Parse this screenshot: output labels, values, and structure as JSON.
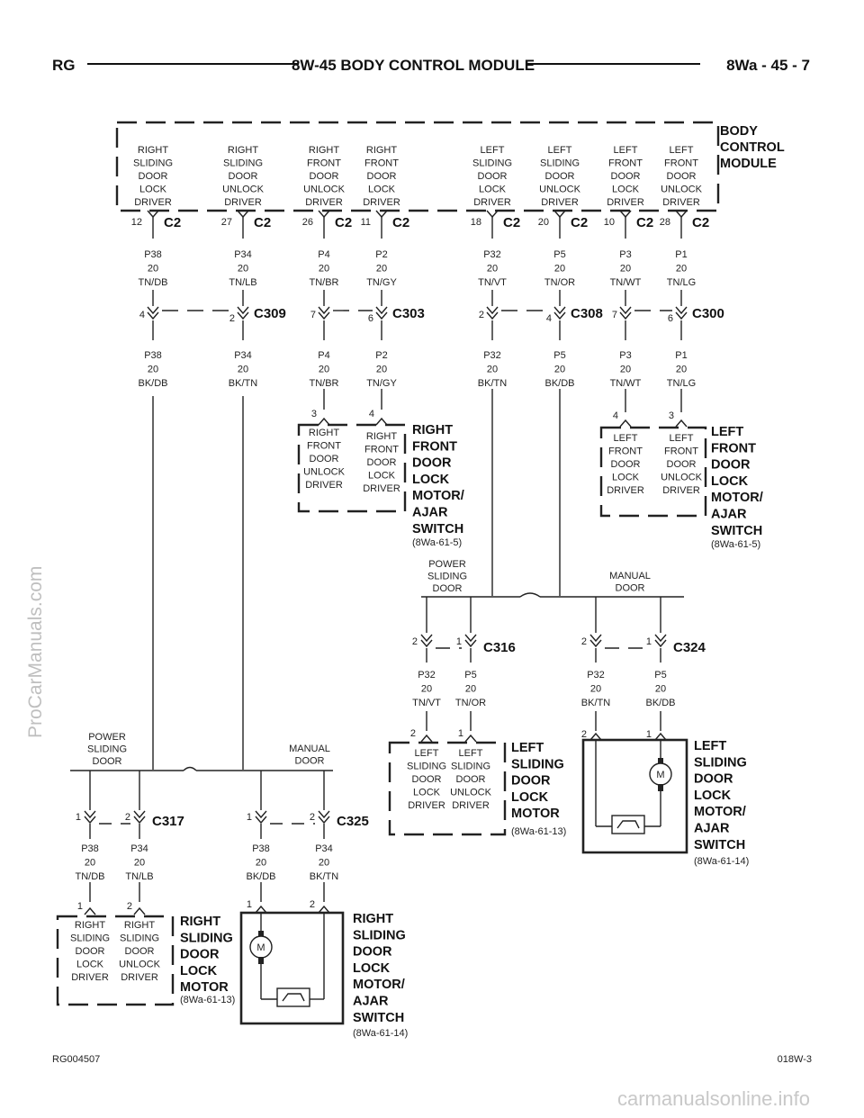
{
  "header": {
    "left": "RG",
    "title": "8W-45 BODY CONTROL MODULE",
    "right": "8Wa - 45 - 7"
  },
  "bcm": {
    "title": [
      "BODY",
      "CONTROL",
      "MODULE"
    ],
    "drivers": [
      {
        "lines": [
          "RIGHT",
          "SLIDING",
          "DOOR",
          "LOCK",
          "DRIVER"
        ],
        "pin": "12",
        "conn": "C2"
      },
      {
        "lines": [
          "RIGHT",
          "SLIDING",
          "DOOR",
          "UNLOCK",
          "DRIVER"
        ],
        "pin": "27",
        "conn": "C2"
      },
      {
        "lines": [
          "RIGHT",
          "FRONT",
          "DOOR",
          "UNLOCK",
          "DRIVER"
        ],
        "pin": "26",
        "conn": "C2"
      },
      {
        "lines": [
          "RIGHT",
          "FRONT",
          "DOOR",
          "LOCK",
          "DRIVER"
        ],
        "pin": "11",
        "conn": "C2"
      },
      {
        "lines": [
          "LEFT",
          "SLIDING",
          "DOOR",
          "LOCK",
          "DRIVER"
        ],
        "pin": "18",
        "conn": "C2"
      },
      {
        "lines": [
          "LEFT",
          "SLIDING",
          "DOOR",
          "UNLOCK",
          "DRIVER"
        ],
        "pin": "20",
        "conn": "C2"
      },
      {
        "lines": [
          "LEFT",
          "FRONT",
          "DOOR",
          "LOCK",
          "DRIVER"
        ],
        "pin": "10",
        "conn": "C2"
      },
      {
        "lines": [
          "LEFT",
          "FRONT",
          "DOOR",
          "UNLOCK",
          "DRIVER"
        ],
        "pin": "28",
        "conn": "C2"
      }
    ]
  },
  "wires_upper": [
    [
      "P38",
      "20",
      "TN/DB"
    ],
    [
      "P34",
      "20",
      "TN/LB"
    ],
    [
      "P4",
      "20",
      "TN/BR"
    ],
    [
      "P2",
      "20",
      "TN/GY"
    ],
    [
      "P32",
      "20",
      "TN/VT"
    ],
    [
      "P5",
      "20",
      "TN/OR"
    ],
    [
      "P3",
      "20",
      "TN/WT"
    ],
    [
      "P1",
      "20",
      "TN/LG"
    ]
  ],
  "mid_connectors": [
    {
      "name": "C309",
      "pins": [
        "4",
        "2"
      ]
    },
    {
      "name": "C303",
      "pins": [
        "7",
        "6"
      ]
    },
    {
      "name": "C308",
      "pins": [
        "2",
        "4"
      ]
    },
    {
      "name": "C300",
      "pins": [
        "7",
        "6"
      ]
    }
  ],
  "wires_lower": [
    [
      "P38",
      "20",
      "BK/DB"
    ],
    [
      "P34",
      "20",
      "BK/TN"
    ],
    [
      "P4",
      "20",
      "TN/BR"
    ],
    [
      "P2",
      "20",
      "TN/GY"
    ],
    [
      "P32",
      "20",
      "BK/TN"
    ],
    [
      "P5",
      "20",
      "BK/DB"
    ],
    [
      "P3",
      "20",
      "TN/WT"
    ],
    [
      "P1",
      "20",
      "TN/LG"
    ]
  ],
  "rf_motor": {
    "pins": [
      "3",
      "4"
    ],
    "drivers": [
      [
        "RIGHT",
        "FRONT",
        "DOOR",
        "UNLOCK",
        "DRIVER"
      ],
      [
        "RIGHT",
        "FRONT",
        "DOOR",
        "LOCK",
        "DRIVER"
      ]
    ],
    "title": [
      "RIGHT",
      "FRONT",
      "DOOR",
      "LOCK",
      "MOTOR/",
      "AJAR",
      "SWITCH"
    ],
    "ref": "(8Wa-61-5)"
  },
  "lf_motor": {
    "pins": [
      "4",
      "3"
    ],
    "drivers": [
      [
        "LEFT",
        "FRONT",
        "DOOR",
        "LOCK",
        "DRIVER"
      ],
      [
        "LEFT",
        "FRONT",
        "DOOR",
        "UNLOCK",
        "DRIVER"
      ]
    ],
    "title": [
      "LEFT",
      "FRONT",
      "DOOR",
      "LOCK",
      "MOTOR/",
      "AJAR",
      "SWITCH"
    ],
    "ref": "(8Wa-61-5)"
  },
  "left_branch": {
    "power_label": [
      "POWER",
      "SLIDING",
      "DOOR"
    ],
    "manual_label": [
      "MANUAL",
      "DOOR"
    ],
    "c316": {
      "name": "C316",
      "pins": [
        "2",
        "1"
      ],
      "wires": [
        [
          "P32",
          "20",
          "TN/VT"
        ],
        [
          "P5",
          "20",
          "TN/OR"
        ]
      ]
    },
    "c324": {
      "name": "C324",
      "pins": [
        "2",
        "1"
      ],
      "wires": [
        [
          "P32",
          "20",
          "BK/TN"
        ],
        [
          "P5",
          "20",
          "BK/DB"
        ]
      ]
    },
    "lsd_motor": {
      "pins": [
        "2",
        "1"
      ],
      "drivers": [
        [
          "LEFT",
          "SLIDING",
          "DOOR",
          "LOCK",
          "DRIVER"
        ],
        [
          "LEFT",
          "SLIDING",
          "DOOR",
          "UNLOCK",
          "DRIVER"
        ]
      ],
      "title": [
        "LEFT",
        "SLIDING",
        "DOOR",
        "LOCK",
        "MOTOR"
      ],
      "ref": "(8Wa-61-13)"
    },
    "lsd_ajar": {
      "pins": [
        "2",
        "1"
      ],
      "motor": "M",
      "title": [
        "LEFT",
        "SLIDING",
        "DOOR",
        "LOCK",
        "MOTOR/",
        "AJAR",
        "SWITCH"
      ],
      "ref": "(8Wa-61-14)"
    }
  },
  "right_branch": {
    "power_label": [
      "POWER",
      "SLIDING",
      "DOOR"
    ],
    "manual_label": [
      "MANUAL",
      "DOOR"
    ],
    "c317": {
      "name": "C317",
      "pins": [
        "1",
        "2"
      ],
      "wires": [
        [
          "P38",
          "20",
          "TN/DB"
        ],
        [
          "P34",
          "20",
          "TN/LB"
        ]
      ]
    },
    "c325": {
      "name": "C325",
      "pins": [
        "1",
        "2"
      ],
      "wires": [
        [
          "P38",
          "20",
          "BK/DB"
        ],
        [
          "P34",
          "20",
          "BK/TN"
        ]
      ]
    },
    "rsd_motor": {
      "pins": [
        "1",
        "2"
      ],
      "drivers": [
        [
          "RIGHT",
          "SLIDING",
          "DOOR",
          "LOCK",
          "DRIVER"
        ],
        [
          "RIGHT",
          "SLIDING",
          "DOOR",
          "UNLOCK",
          "DRIVER"
        ]
      ],
      "title": [
        "RIGHT",
        "SLIDING",
        "DOOR",
        "LOCK",
        "MOTOR"
      ],
      "ref": "(8Wa-61-13)"
    },
    "rsd_ajar": {
      "pins": [
        "1",
        "2"
      ],
      "motor": "M",
      "title": [
        "RIGHT",
        "SLIDING",
        "DOOR",
        "LOCK",
        "MOTOR/",
        "AJAR",
        "SWITCH"
      ],
      "ref": "(8Wa-61-14)"
    }
  },
  "footer": {
    "left": "RG004507",
    "right": "018W-3"
  },
  "watermarks": {
    "side": "ProCarManuals.com",
    "bottom": "carmanualsonline.info"
  }
}
